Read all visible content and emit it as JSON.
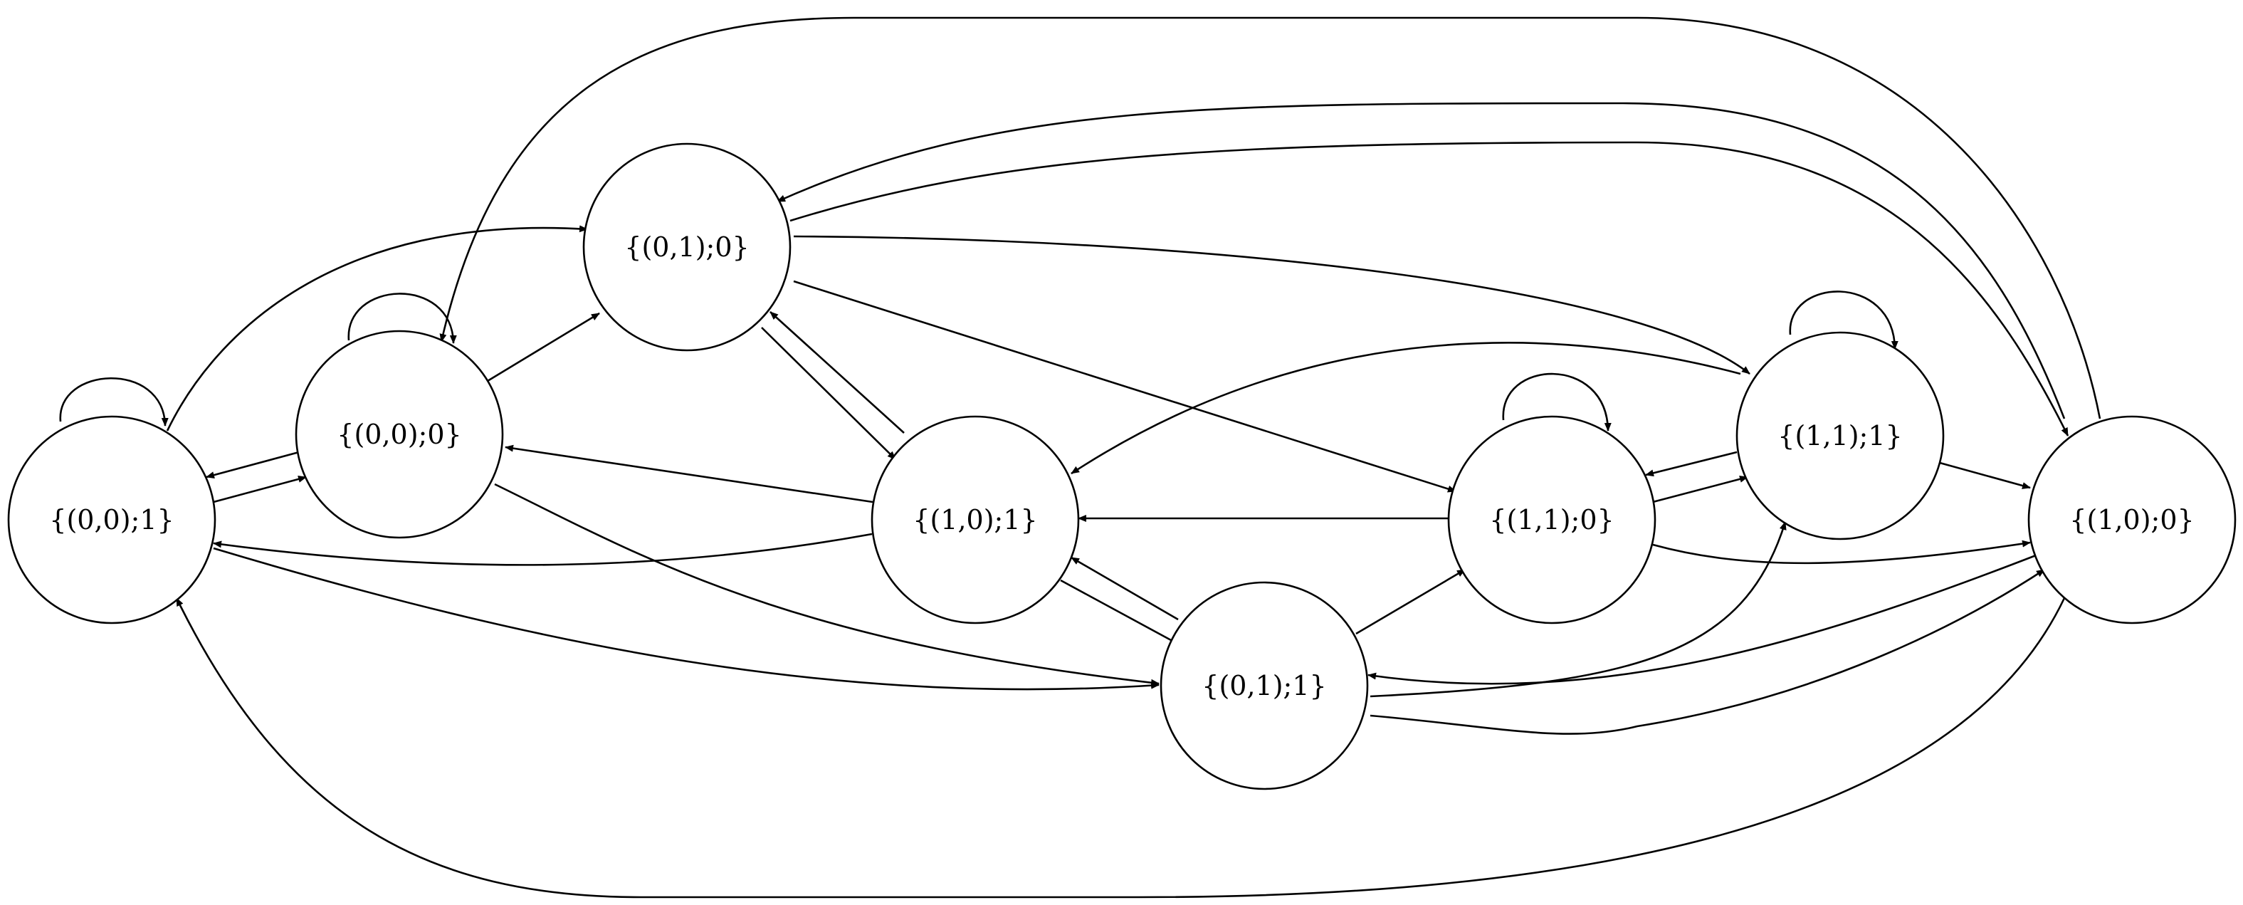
{
  "diagram": {
    "type": "state-transition-graph",
    "nodes": [
      {
        "id": "n00_1",
        "label": "{(0,0);1}"
      },
      {
        "id": "n00_0",
        "label": "{(0,0);0}"
      },
      {
        "id": "n01_0",
        "label": "{(0,1);0}"
      },
      {
        "id": "n10_1",
        "label": "{(1,0);1}"
      },
      {
        "id": "n01_1",
        "label": "{(0,1);1}"
      },
      {
        "id": "n11_0",
        "label": "{(1,1);0}"
      },
      {
        "id": "n11_1",
        "label": "{(1,1);1}"
      },
      {
        "id": "n10_0",
        "label": "{(1,0);0}"
      }
    ],
    "edges": [
      {
        "from": "n00_1",
        "to": "n00_1"
      },
      {
        "from": "n00_0",
        "to": "n00_0"
      },
      {
        "from": "n11_0",
        "to": "n11_0"
      },
      {
        "from": "n11_1",
        "to": "n11_1"
      },
      {
        "from": "n00_1",
        "to": "n00_0"
      },
      {
        "from": "n00_0",
        "to": "n00_1"
      },
      {
        "from": "n00_1",
        "to": "n01_0"
      },
      {
        "from": "n00_1",
        "to": "n01_1"
      },
      {
        "from": "n00_0",
        "to": "n01_0"
      },
      {
        "from": "n00_0",
        "to": "n01_1"
      },
      {
        "from": "n01_0",
        "to": "n10_1"
      },
      {
        "from": "n10_1",
        "to": "n01_0"
      },
      {
        "from": "n01_0",
        "to": "n11_0"
      },
      {
        "from": "n01_0",
        "to": "n11_1"
      },
      {
        "from": "n01_0",
        "to": "n10_0"
      },
      {
        "from": "n10_0",
        "to": "n01_0"
      },
      {
        "from": "n10_0",
        "to": "n00_0"
      },
      {
        "from": "n10_0",
        "to": "n00_1"
      },
      {
        "from": "n10_1",
        "to": "n00_0"
      },
      {
        "from": "n10_1",
        "to": "n00_1"
      },
      {
        "from": "n10_1",
        "to": "n01_1"
      },
      {
        "from": "n01_1",
        "to": "n10_1"
      },
      {
        "from": "n01_1",
        "to": "n11_0"
      },
      {
        "from": "n01_1",
        "to": "n11_1"
      },
      {
        "from": "n01_1",
        "to": "n10_0"
      },
      {
        "from": "n10_0",
        "to": "n01_1"
      },
      {
        "from": "n11_0",
        "to": "n10_1"
      },
      {
        "from": "n11_0",
        "to": "n11_1"
      },
      {
        "from": "n11_1",
        "to": "n11_0"
      },
      {
        "from": "n11_0",
        "to": "n10_0"
      },
      {
        "from": "n11_1",
        "to": "n10_1"
      },
      {
        "from": "n11_1",
        "to": "n10_0"
      }
    ]
  }
}
